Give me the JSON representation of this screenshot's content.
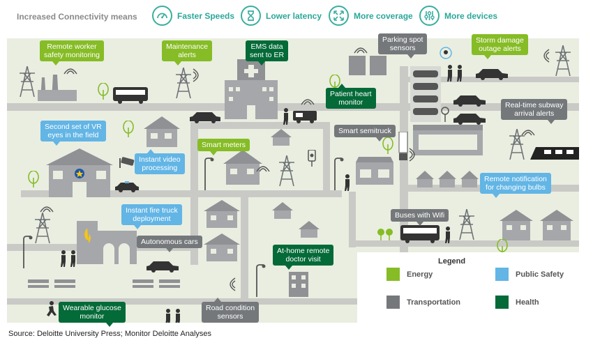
{
  "header": {
    "title": "Increased Connectivity means",
    "features": [
      {
        "label": "Faster Speeds",
        "icon": "speedometer-icon"
      },
      {
        "label": "Lower latency",
        "icon": "hourglass-icon"
      },
      {
        "label": "More coverage",
        "icon": "expand-arrows-icon"
      },
      {
        "label": "More devices",
        "icon": "sliders-icon"
      }
    ]
  },
  "callouts": {
    "energy": [
      "Remote worker\nsafety monitoring",
      "Maintenance\nalerts",
      "Smart meters",
      "Storm damage\noutage alerts"
    ],
    "public_safety": [
      "Second set of VR\neyes in the field",
      "Instant video\nprocessing",
      "Instant fire truck\ndeployment",
      "Remote notification\nfor changing bulbs"
    ],
    "transportation": [
      "Parking spot\nsensors",
      "Smart semitruck",
      "Real-time subway\narrival alerts",
      "Autonomous cars",
      "Buses with Wifi",
      "Road condition\nsensors"
    ],
    "health": [
      "EMS data\nsent to ER",
      "Patient heart\nmonitor",
      "At-home remote\ndoctor visit",
      "Wearable glucose\nmonitor"
    ]
  },
  "legend": {
    "title": "Legend",
    "items": [
      {
        "label": "Energy",
        "color": "#86bc25"
      },
      {
        "label": "Public Safety",
        "color": "#62b5e5"
      },
      {
        "label": "Transportation",
        "color": "#75787b"
      },
      {
        "label": "Health",
        "color": "#046a38"
      }
    ]
  },
  "colors": {
    "accent": "#2aa79b",
    "map_background": "#e9eee1",
    "road": "#c9cac6",
    "building": "#8f9194"
  },
  "source": "Source: Deloitte University Press; Monitor Deloitte Analyses"
}
